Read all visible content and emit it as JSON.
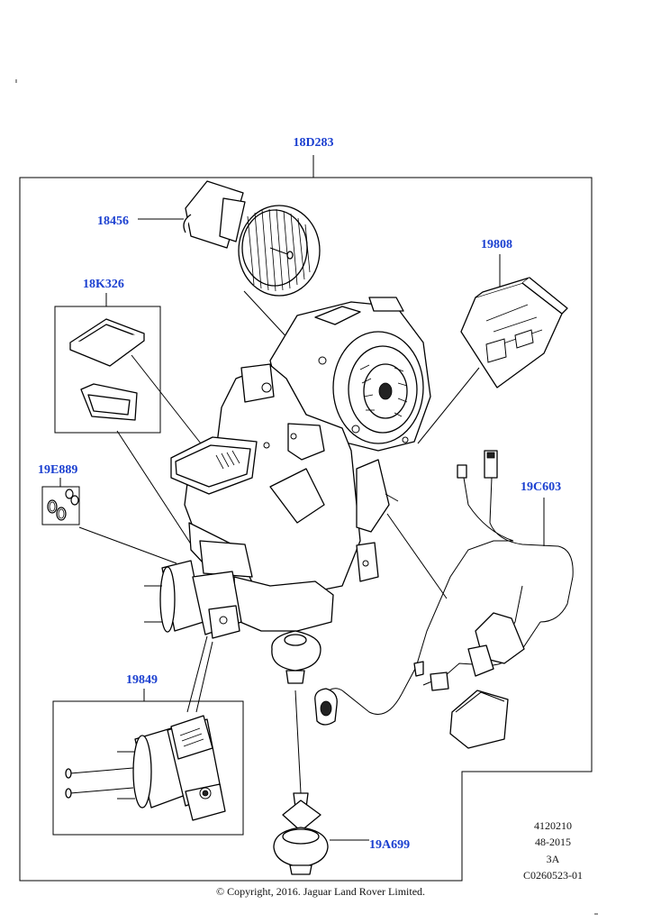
{
  "diagram": {
    "callouts": {
      "assembly": "18D283",
      "blower_motor": "18456",
      "seal_kit": "18K326",
      "oring_kit": "19E889",
      "control_module": "19808",
      "wiring_harness": "19C603",
      "actuator": "19849",
      "sensor": "19A699"
    },
    "reference_block": [
      "4120210",
      "48-2015",
      "3A",
      "C0260523-01"
    ],
    "copyright": "© Copyright, 2016. Jaguar Land Rover Limited."
  }
}
